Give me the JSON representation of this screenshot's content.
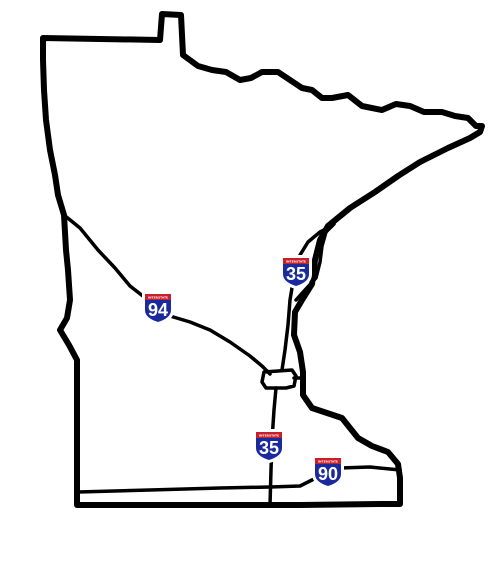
{
  "map": {
    "region": "Minnesota",
    "colors": {
      "background": "#ffffff",
      "outline": "#000000",
      "highway": "#000000",
      "shield_blue": "#1a2a9c",
      "shield_red": "#c8202b"
    },
    "shields": [
      {
        "id": "i94",
        "number": "94",
        "header": "INTERSTATE"
      },
      {
        "id": "i35-north",
        "number": "35",
        "header": "INTERSTATE"
      },
      {
        "id": "i35-south",
        "number": "35",
        "header": "INTERSTATE"
      },
      {
        "id": "i90",
        "number": "90",
        "header": "INTERSTATE"
      }
    ]
  }
}
